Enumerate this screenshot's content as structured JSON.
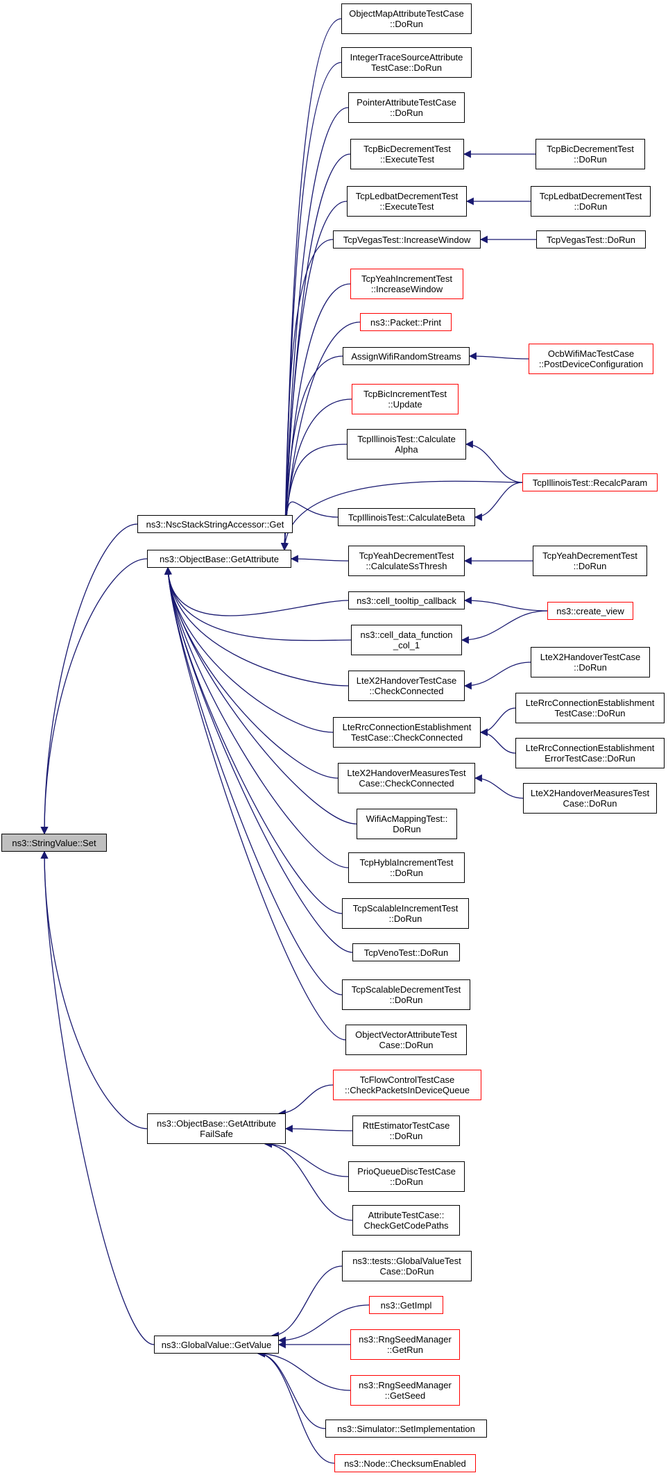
{
  "colors": {
    "edge": "#191970",
    "node_border": "#000000",
    "node_border_truncated": "#ff0000",
    "root_fill": "#bfbfbf"
  },
  "nodes": [
    {
      "id": "root",
      "lines": [
        "ns3::StringValue::Set"
      ]
    },
    {
      "id": "nsc_get",
      "lines": [
        "ns3::NscStackStringAccessor::Get"
      ]
    },
    {
      "id": "objbase_getattr",
      "lines": [
        "ns3::ObjectBase::GetAttribute"
      ]
    },
    {
      "id": "objbase_getattr_failsafe",
      "lines": [
        "ns3::ObjectBase::GetAttribute",
        "FailSafe"
      ]
    },
    {
      "id": "globalvalue_getvalue",
      "lines": [
        "ns3::GlobalValue::GetValue"
      ]
    },
    {
      "id": "objmap_dorun",
      "lines": [
        "ObjectMapAttributeTestCase",
        "::DoRun"
      ]
    },
    {
      "id": "inttrace_dorun",
      "lines": [
        "IntegerTraceSourceAttribute",
        "TestCase::DoRun"
      ]
    },
    {
      "id": "pointer_dorun",
      "lines": [
        "PointerAttributeTestCase",
        "::DoRun"
      ]
    },
    {
      "id": "bicdec_exec",
      "lines": [
        "TcpBicDecrementTest",
        "::ExecuteTest"
      ]
    },
    {
      "id": "bicdec_dorun",
      "lines": [
        "TcpBicDecrementTest",
        "::DoRun"
      ]
    },
    {
      "id": "ledbat_exec",
      "lines": [
        "TcpLedbatDecrementTest",
        "::ExecuteTest"
      ]
    },
    {
      "id": "ledbat_dorun",
      "lines": [
        "TcpLedbatDecrementTest",
        "::DoRun"
      ]
    },
    {
      "id": "vegas_incwin",
      "lines": [
        "TcpVegasTest::IncreaseWindow"
      ]
    },
    {
      "id": "vegas_dorun",
      "lines": [
        "TcpVegasTest::DoRun"
      ]
    },
    {
      "id": "yeahinc_incwin",
      "lines": [
        "TcpYeahIncrementTest",
        "::IncreaseWindow"
      ]
    },
    {
      "id": "packet_print",
      "lines": [
        "ns3::Packet::Print"
      ]
    },
    {
      "id": "assign_wifi",
      "lines": [
        "AssignWifiRandomStreams"
      ]
    },
    {
      "id": "ocb_postdev",
      "lines": [
        "OcbWifiMacTestCase",
        "::PostDeviceConfiguration"
      ]
    },
    {
      "id": "bicinc_update",
      "lines": [
        "TcpBicIncrementTest",
        "::Update"
      ]
    },
    {
      "id": "illinois_alpha",
      "lines": [
        "TcpIllinoisTest::Calculate",
        "Alpha"
      ]
    },
    {
      "id": "illinois_recalc",
      "lines": [
        "TcpIllinoisTest::RecalcParam"
      ]
    },
    {
      "id": "illinois_beta",
      "lines": [
        "TcpIllinoisTest::CalculateBeta"
      ]
    },
    {
      "id": "yeahdec_ssthresh",
      "lines": [
        "TcpYeahDecrementTest",
        "::CalculateSsThresh"
      ]
    },
    {
      "id": "yeahdec_dorun",
      "lines": [
        "TcpYeahDecrementTest",
        "::DoRun"
      ]
    },
    {
      "id": "cell_tooltip",
      "lines": [
        "ns3::cell_tooltip_callback"
      ]
    },
    {
      "id": "create_view",
      "lines": [
        "ns3::create_view"
      ]
    },
    {
      "id": "cell_data",
      "lines": [
        "ns3::cell_data_function",
        "_col_1"
      ]
    },
    {
      "id": "ltex2_check",
      "lines": [
        "LteX2HandoverTestCase",
        "::CheckConnected"
      ]
    },
    {
      "id": "ltex2_dorun",
      "lines": [
        "LteX2HandoverTestCase",
        "::DoRun"
      ]
    },
    {
      "id": "lterrc_check",
      "lines": [
        "LteRrcConnectionEstablishment",
        "TestCase::CheckConnected"
      ]
    },
    {
      "id": "lterrc_dorun",
      "lines": [
        "LteRrcConnectionEstablishment",
        "TestCase::DoRun"
      ]
    },
    {
      "id": "lterrc_err_dorun",
      "lines": [
        "LteRrcConnectionEstablishment",
        "ErrorTestCase::DoRun"
      ]
    },
    {
      "id": "ltex2meas_check",
      "lines": [
        "LteX2HandoverMeasuresTest",
        "Case::CheckConnected"
      ]
    },
    {
      "id": "ltex2meas_dorun",
      "lines": [
        "LteX2HandoverMeasuresTest",
        "Case::DoRun"
      ]
    },
    {
      "id": "wifiac_dorun",
      "lines": [
        "WifiAcMappingTest::",
        "DoRun"
      ]
    },
    {
      "id": "hybla_dorun",
      "lines": [
        "TcpHyblaIncrementTest",
        "::DoRun"
      ]
    },
    {
      "id": "scalinc_dorun",
      "lines": [
        "TcpScalableIncrementTest",
        "::DoRun"
      ]
    },
    {
      "id": "veno_dorun",
      "lines": [
        "TcpVenoTest::DoRun"
      ]
    },
    {
      "id": "scaldec_dorun",
      "lines": [
        "TcpScalableDecrementTest",
        "::DoRun"
      ]
    },
    {
      "id": "objvec_dorun",
      "lines": [
        "ObjectVectorAttributeTest",
        "Case::DoRun"
      ]
    },
    {
      "id": "tcflow_check",
      "lines": [
        "TcFlowControlTestCase",
        "::CheckPacketsInDeviceQueue"
      ]
    },
    {
      "id": "rtt_dorun",
      "lines": [
        "RttEstimatorTestCase",
        "::DoRun"
      ]
    },
    {
      "id": "prio_dorun",
      "lines": [
        "PrioQueueDiscTestCase",
        "::DoRun"
      ]
    },
    {
      "id": "attr_checkget",
      "lines": [
        "AttributeTestCase::",
        "CheckGetCodePaths"
      ]
    },
    {
      "id": "globalvalue_test_dorun",
      "lines": [
        "ns3::tests::GlobalValueTest",
        "Case::DoRun"
      ]
    },
    {
      "id": "get_impl",
      "lines": [
        "ns3::GetImpl"
      ]
    },
    {
      "id": "rng_getrun",
      "lines": [
        "ns3::RngSeedManager",
        "::GetRun"
      ]
    },
    {
      "id": "rng_getseed",
      "lines": [
        "ns3::RngSeedManager",
        "::GetSeed"
      ]
    },
    {
      "id": "sim_setimpl",
      "lines": [
        "ns3::Simulator::SetImplementation"
      ]
    },
    {
      "id": "node_checksum",
      "lines": [
        "ns3::Node::ChecksumEnabled"
      ]
    }
  ],
  "edges": [
    {
      "from": "nsc_get",
      "to": "root"
    },
    {
      "from": "objbase_getattr",
      "to": "root"
    },
    {
      "from": "objbase_getattr_failsafe",
      "to": "root"
    },
    {
      "from": "globalvalue_getvalue",
      "to": "root"
    },
    {
      "from": "objmap_dorun",
      "to": "objbase_getattr"
    },
    {
      "from": "inttrace_dorun",
      "to": "objbase_getattr"
    },
    {
      "from": "pointer_dorun",
      "to": "objbase_getattr"
    },
    {
      "from": "bicdec_exec",
      "to": "objbase_getattr"
    },
    {
      "from": "ledbat_exec",
      "to": "objbase_getattr"
    },
    {
      "from": "vegas_incwin",
      "to": "objbase_getattr"
    },
    {
      "from": "yeahinc_incwin",
      "to": "objbase_getattr"
    },
    {
      "from": "packet_print",
      "to": "objbase_getattr"
    },
    {
      "from": "assign_wifi",
      "to": "objbase_getattr"
    },
    {
      "from": "bicinc_update",
      "to": "objbase_getattr"
    },
    {
      "from": "illinois_alpha",
      "to": "objbase_getattr"
    },
    {
      "from": "illinois_recalc",
      "to": "objbase_getattr"
    },
    {
      "from": "illinois_beta",
      "to": "objbase_getattr"
    },
    {
      "from": "yeahdec_ssthresh",
      "to": "objbase_getattr"
    },
    {
      "from": "cell_tooltip",
      "to": "objbase_getattr"
    },
    {
      "from": "cell_data",
      "to": "objbase_getattr"
    },
    {
      "from": "ltex2_check",
      "to": "objbase_getattr"
    },
    {
      "from": "lterrc_check",
      "to": "objbase_getattr"
    },
    {
      "from": "ltex2meas_check",
      "to": "objbase_getattr"
    },
    {
      "from": "wifiac_dorun",
      "to": "objbase_getattr"
    },
    {
      "from": "hybla_dorun",
      "to": "objbase_getattr"
    },
    {
      "from": "scalinc_dorun",
      "to": "objbase_getattr"
    },
    {
      "from": "veno_dorun",
      "to": "objbase_getattr"
    },
    {
      "from": "scaldec_dorun",
      "to": "objbase_getattr"
    },
    {
      "from": "objvec_dorun",
      "to": "objbase_getattr"
    },
    {
      "from": "bicdec_dorun",
      "to": "bicdec_exec"
    },
    {
      "from": "ledbat_dorun",
      "to": "ledbat_exec"
    },
    {
      "from": "vegas_dorun",
      "to": "vegas_incwin"
    },
    {
      "from": "ocb_postdev",
      "to": "assign_wifi"
    },
    {
      "from": "illinois_recalc",
      "to": "illinois_alpha"
    },
    {
      "from": "illinois_recalc",
      "to": "illinois_beta"
    },
    {
      "from": "yeahdec_dorun",
      "to": "yeahdec_ssthresh"
    },
    {
      "from": "create_view",
      "to": "cell_tooltip"
    },
    {
      "from": "create_view",
      "to": "cell_data"
    },
    {
      "from": "ltex2_dorun",
      "to": "ltex2_check"
    },
    {
      "from": "lterrc_dorun",
      "to": "lterrc_check"
    },
    {
      "from": "lterrc_err_dorun",
      "to": "lterrc_check"
    },
    {
      "from": "ltex2meas_dorun",
      "to": "ltex2meas_check"
    },
    {
      "from": "tcflow_check",
      "to": "objbase_getattr_failsafe"
    },
    {
      "from": "rtt_dorun",
      "to": "objbase_getattr_failsafe"
    },
    {
      "from": "prio_dorun",
      "to": "objbase_getattr_failsafe"
    },
    {
      "from": "attr_checkget",
      "to": "objbase_getattr_failsafe"
    },
    {
      "from": "globalvalue_test_dorun",
      "to": "globalvalue_getvalue"
    },
    {
      "from": "get_impl",
      "to": "globalvalue_getvalue"
    },
    {
      "from": "rng_getrun",
      "to": "globalvalue_getvalue"
    },
    {
      "from": "rng_getseed",
      "to": "globalvalue_getvalue"
    },
    {
      "from": "sim_setimpl",
      "to": "globalvalue_getvalue"
    },
    {
      "from": "node_checksum",
      "to": "globalvalue_getvalue"
    }
  ]
}
